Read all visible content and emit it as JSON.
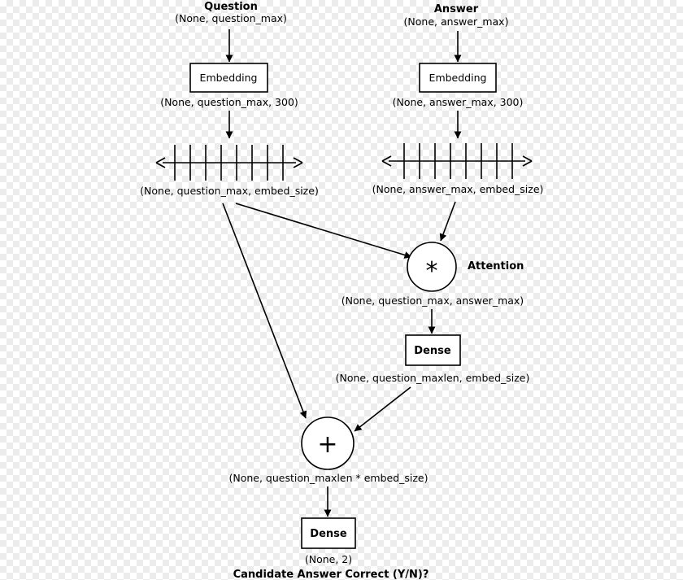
{
  "question": {
    "title": "Question",
    "input_shape": "(None, question_max)",
    "embedding_label": "Embedding",
    "embedding_shape": "(None, question_max, 300)",
    "sequence_shape": "(None, question_max, embed_size)"
  },
  "answer": {
    "title": "Answer",
    "input_shape": "(None, answer_max)",
    "embedding_label": "Embedding",
    "embedding_shape": "(None, answer_max, 300)",
    "sequence_shape": "(None, answer_max, embed_size)"
  },
  "attention": {
    "symbol": "*",
    "label": "Attention",
    "shape": "(None, question_max, answer_max)"
  },
  "dense_attention": {
    "label": "Dense",
    "shape": "(None, question_maxlen, embed_size)"
  },
  "merge": {
    "symbol": "+",
    "shape": "(None, question_maxlen * embed_size)"
  },
  "dense_output": {
    "label": "Dense",
    "shape": "(None, 2)"
  },
  "output_label": "Candidate Answer Correct (Y/N)?"
}
